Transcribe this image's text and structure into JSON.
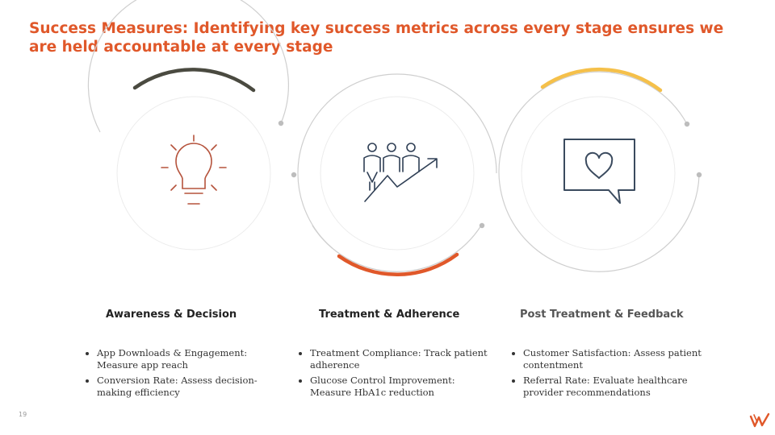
{
  "slide": {
    "title": "Success Measures: Identifying key success metrics across every stage ensures we are held accountable at every stage",
    "page_number": "19"
  },
  "colors": {
    "title": "#e0582a",
    "arc_stage1": "#4a4a40",
    "arc_stage2": "#e0582a",
    "arc_stage3": "#f5c04a",
    "icon_bulb": "#b5533c",
    "icon_people": "#2f3f55",
    "icon_heart": "#3a4a5e",
    "circle_gray": "#c8c8c8"
  },
  "stages": [
    {
      "heading": "Awareness & Decision",
      "icon": "lightbulb-icon",
      "bullets": [
        "App Downloads & Engagement: Measure app reach",
        "Conversion Rate: Assess decision-making efficiency"
      ]
    },
    {
      "heading": "Treatment & Adherence",
      "icon": "people-growth-icon",
      "bullets": [
        "Treatment Compliance: Track patient adherence",
        "Glucose Control Improvement: Measure HbA1c reduction"
      ]
    },
    {
      "heading": "Post Treatment & Feedback",
      "icon": "heart-message-icon",
      "bullets": [
        "Customer Satisfaction: Assess patient contentment",
        "Referral Rate: Evaluate healthcare provider recommendations"
      ]
    }
  ]
}
